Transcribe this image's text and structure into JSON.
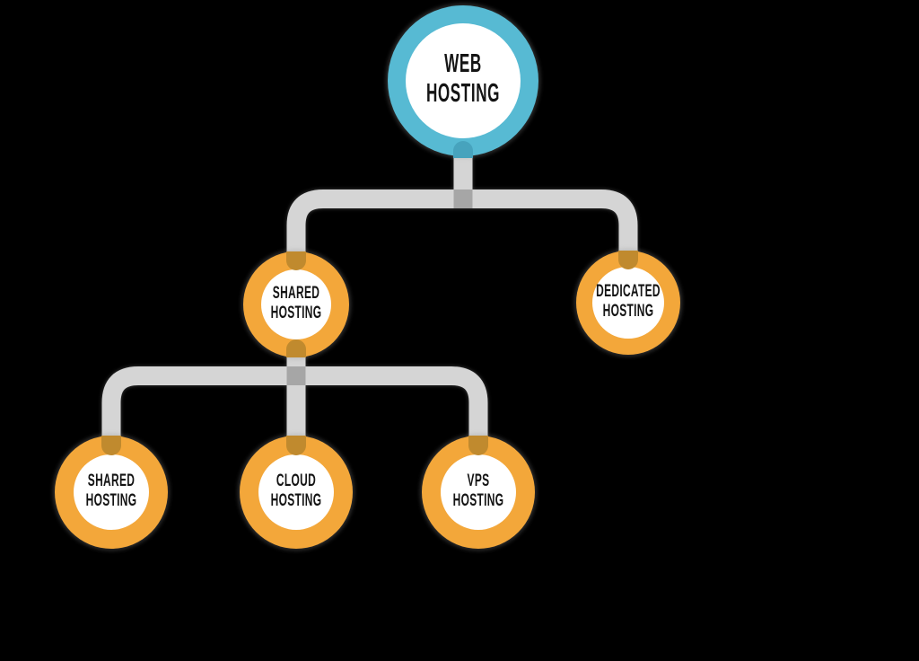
{
  "background": "#000000",
  "colors": {
    "bg": "#000000",
    "teal": "#57BAD3",
    "teal_dark": "#47A3BD",
    "orange": "#F3A73A",
    "orange_dark": "#C08A2E",
    "line": "#D5D5D5",
    "junction": "#A6A6A6",
    "text": "#141414"
  },
  "nodes": [
    {
      "id": "web-hosting",
      "line1": "WEB",
      "line2": "HOSTING",
      "ring_color": "#57BAD3"
    },
    {
      "id": "shared-hosting",
      "line1": "SHARED",
      "line2": "HOSTING",
      "ring_color": "#F3A73A"
    },
    {
      "id": "dedicated-hosting",
      "line1": "DEDICATED",
      "line2": "HOSTING",
      "ring_color": "#F3A73A"
    },
    {
      "id": "shared-hosting-child",
      "line1": "SHARED",
      "line2": "HOSTING",
      "ring_color": "#F3A73A"
    },
    {
      "id": "cloud-hosting",
      "line1": "CLOUD",
      "line2": "HOSTING",
      "ring_color": "#F3A73A"
    },
    {
      "id": "vps-hosting",
      "line1": "VPS",
      "line2": "HOSTING",
      "ring_color": "#F3A73A"
    }
  ],
  "edges": [
    {
      "from": "web-hosting",
      "to": "shared-hosting"
    },
    {
      "from": "web-hosting",
      "to": "dedicated-hosting"
    },
    {
      "from": "shared-hosting",
      "to": "shared-hosting-child"
    },
    {
      "from": "shared-hosting",
      "to": "cloud-hosting"
    },
    {
      "from": "shared-hosting",
      "to": "vps-hosting"
    }
  ]
}
